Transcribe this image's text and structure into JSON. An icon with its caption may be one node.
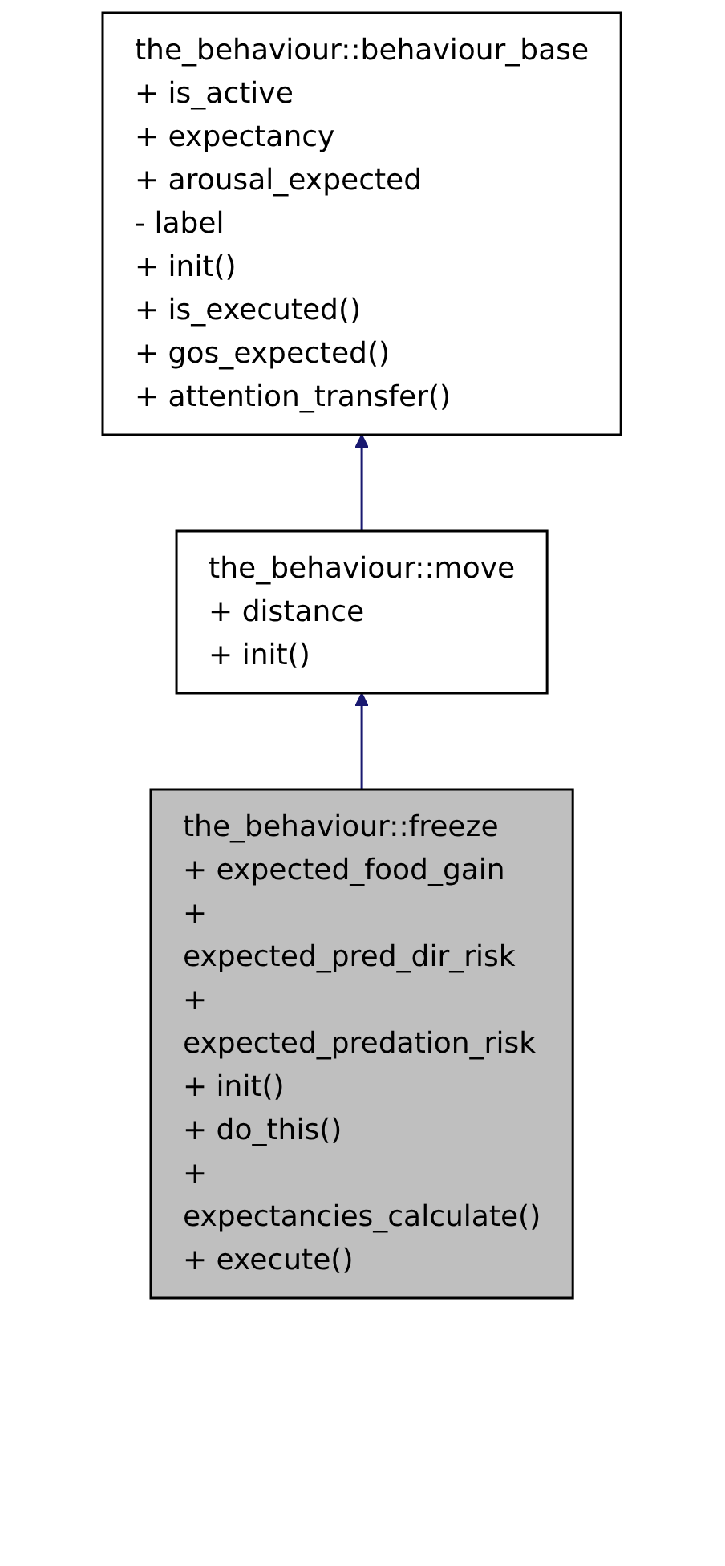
{
  "diagram": {
    "nodes": [
      {
        "text": [
          "the_behaviour::behaviour_base",
          "+ is_active",
          "+ expectancy",
          "+ arousal_expected",
          "- label",
          "+ init()",
          "+ is_executed()",
          "+ gos_expected()",
          "+ attention_transfer()"
        ]
      },
      {
        "text": [
          "the_behaviour::move",
          "+ distance",
          "+ init()"
        ]
      },
      {
        "text": [
          "the_behaviour::freeze",
          "+ expected_food_gain",
          "+ expected_pred_dir_risk",
          "+ expected_predation_risk",
          "+ init()",
          "+ do_this()",
          "+ expectancies_calculate()",
          "+ execute()"
        ]
      }
    ],
    "edges": [
      {
        "from": 1,
        "to": 0,
        "arrow": "to"
      },
      {
        "from": 2,
        "to": 1,
        "arrow": "to"
      }
    ]
  }
}
